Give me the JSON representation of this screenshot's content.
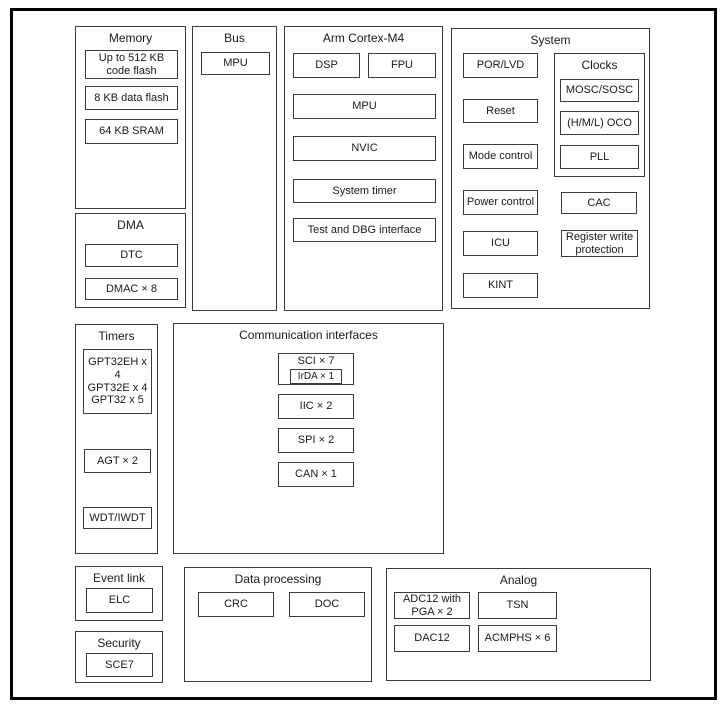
{
  "diagram": {
    "memory": {
      "title": "Memory",
      "items": [
        "Up to 512 KB code flash",
        "8 KB data flash",
        "64 KB SRAM"
      ]
    },
    "dma": {
      "title": "DMA",
      "items": [
        "DTC",
        "DMAC × 8"
      ]
    },
    "bus": {
      "title": "Bus",
      "items": [
        "MPU"
      ]
    },
    "cortex": {
      "title": "Arm Cortex-M4",
      "items": [
        "DSP",
        "FPU",
        "MPU",
        "NVIC",
        "System timer",
        "Test and DBG interface"
      ]
    },
    "system": {
      "title": "System",
      "items": [
        "POR/LVD",
        "Reset",
        "Mode control",
        "Power control",
        "ICU",
        "KINT",
        "CAC",
        "Register write protection"
      ],
      "clocks": {
        "title": "Clocks",
        "items": [
          "MOSC/SOSC",
          "(H/M/L) OCO",
          "PLL"
        ]
      }
    },
    "timers": {
      "title": "Timers",
      "gpt_lines": [
        "GPT32EH x 4",
        "GPT32E x 4",
        "GPT32 x 5"
      ],
      "items": [
        "AGT × 2",
        "WDT/IWDT"
      ]
    },
    "comm": {
      "title": "Communication interfaces",
      "sci": "SCI × 7",
      "irda": "IrDA × 1",
      "items": [
        "IIC × 2",
        "SPI × 2",
        "CAN × 1"
      ]
    },
    "event_link": {
      "title": "Event link",
      "items": [
        "ELC"
      ]
    },
    "security": {
      "title": "Security",
      "items": [
        "SCE7"
      ]
    },
    "data_processing": {
      "title": "Data processing",
      "items": [
        "CRC",
        "DOC"
      ]
    },
    "analog": {
      "title": "Analog",
      "items": [
        "ADC12 with PGA × 2",
        "TSN",
        "DAC12",
        "ACMPHS × 6"
      ]
    }
  }
}
